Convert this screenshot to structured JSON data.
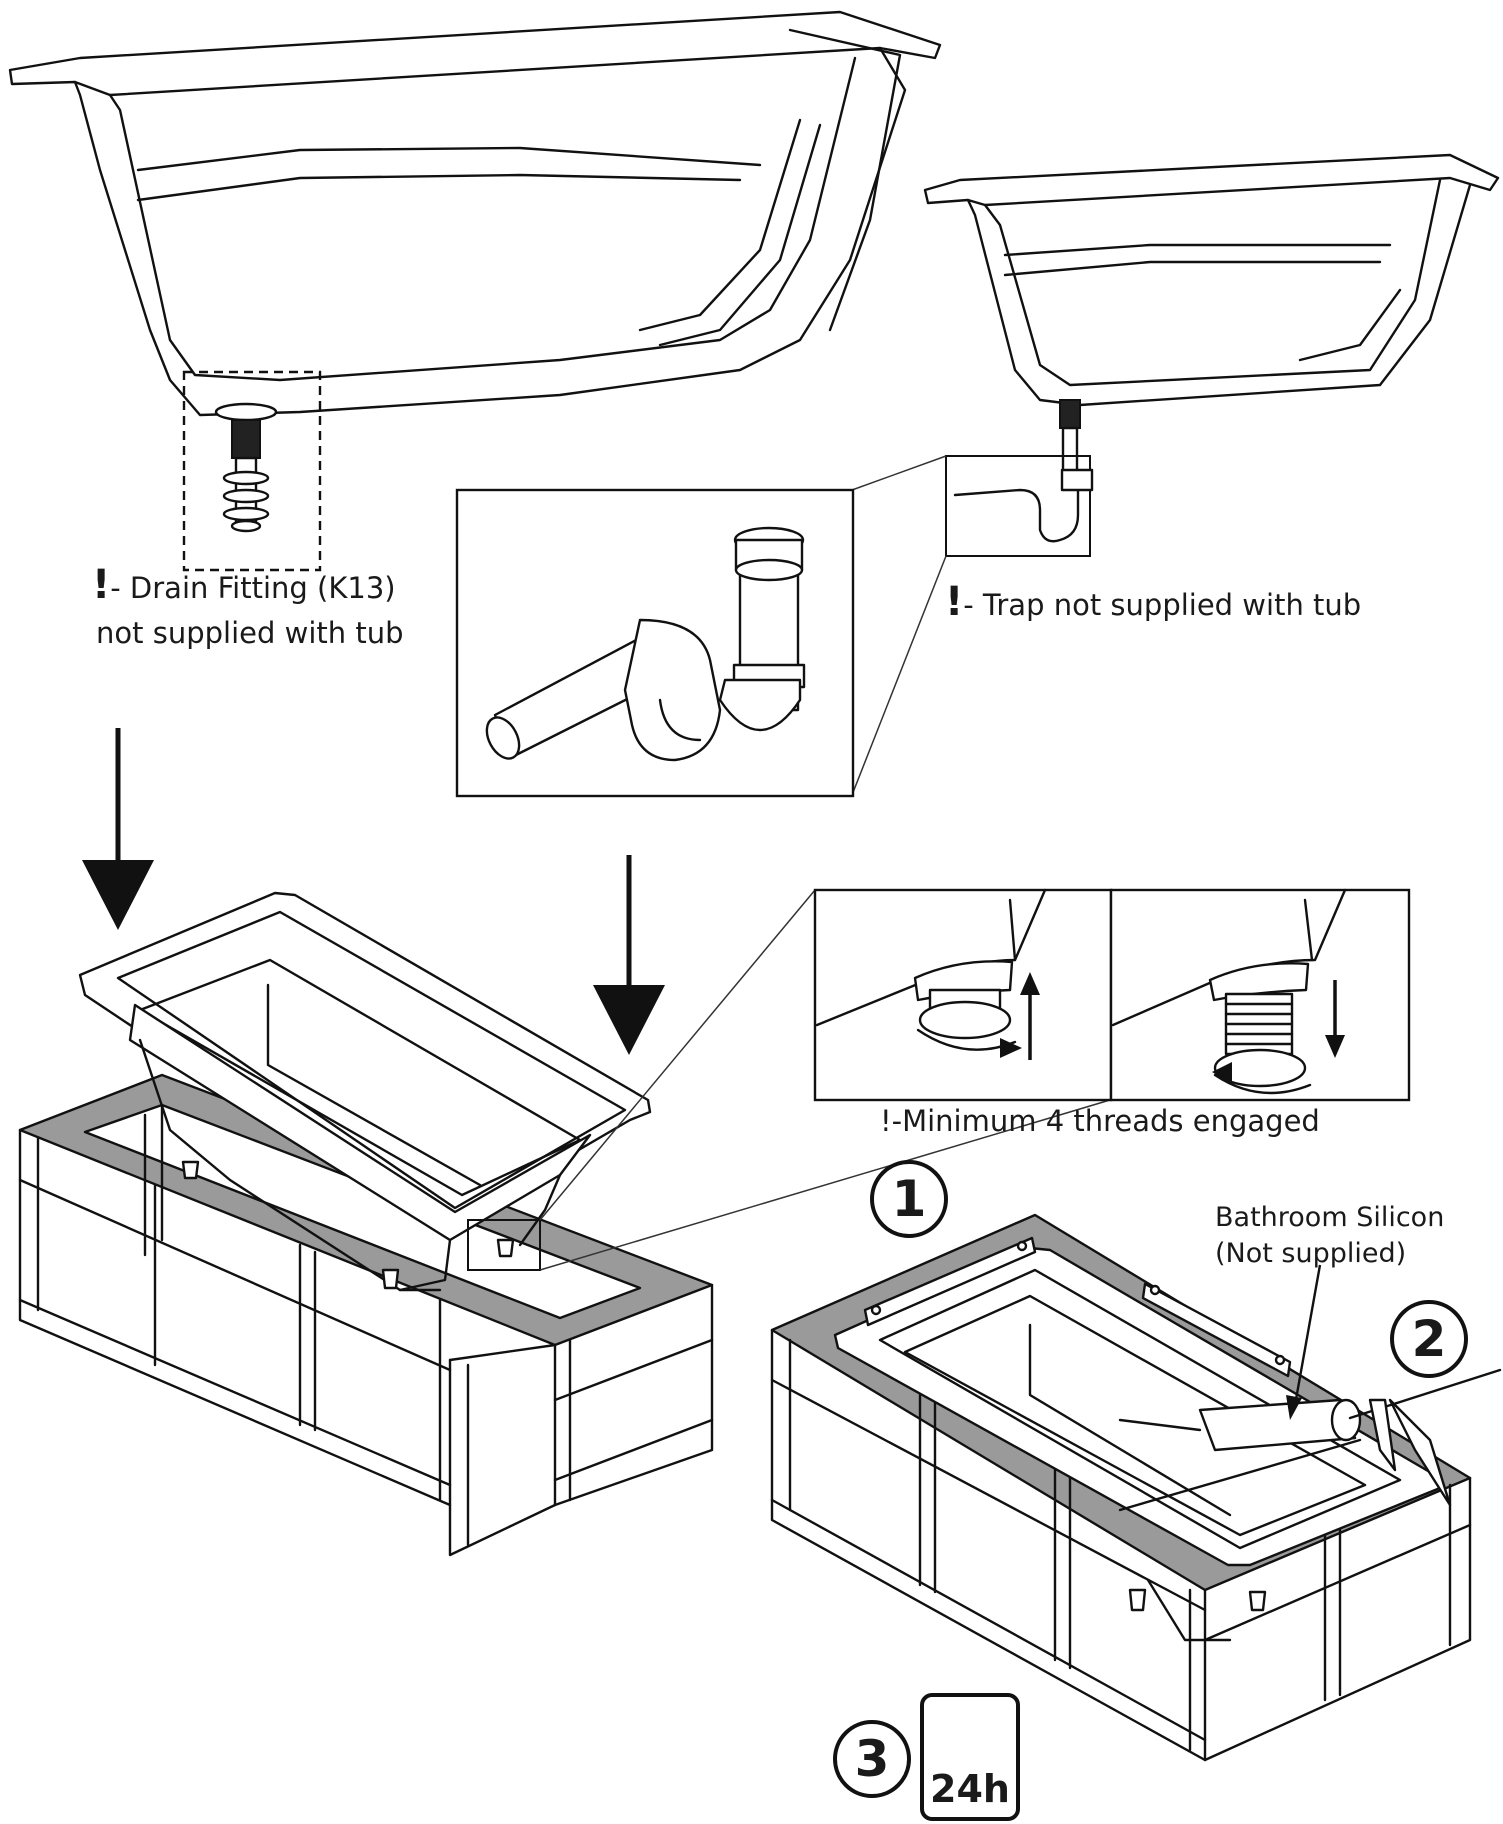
{
  "labels": {
    "drain_line1": "- Drain Fitting (K13)",
    "drain_line2": "not supplied with tub",
    "trap": "- Trap not supplied with tub",
    "threads": "!-Minimum 4 threads engaged",
    "silicon_line1": "Bathroom Silicon",
    "silicon_line2": "(Not supplied)",
    "exclamation": "!"
  },
  "steps": {
    "one": "1",
    "two": "2",
    "three": "3"
  },
  "timer": {
    "duration": "24h",
    "icon": "clock-icon"
  },
  "icons": [
    "down-arrow-icon",
    "clock-icon",
    "rotate-arrow-icon",
    "up-arrow-icon"
  ],
  "colors": {
    "line": "#111111",
    "frame_top": "#9a9a9a",
    "background": "#ffffff"
  }
}
